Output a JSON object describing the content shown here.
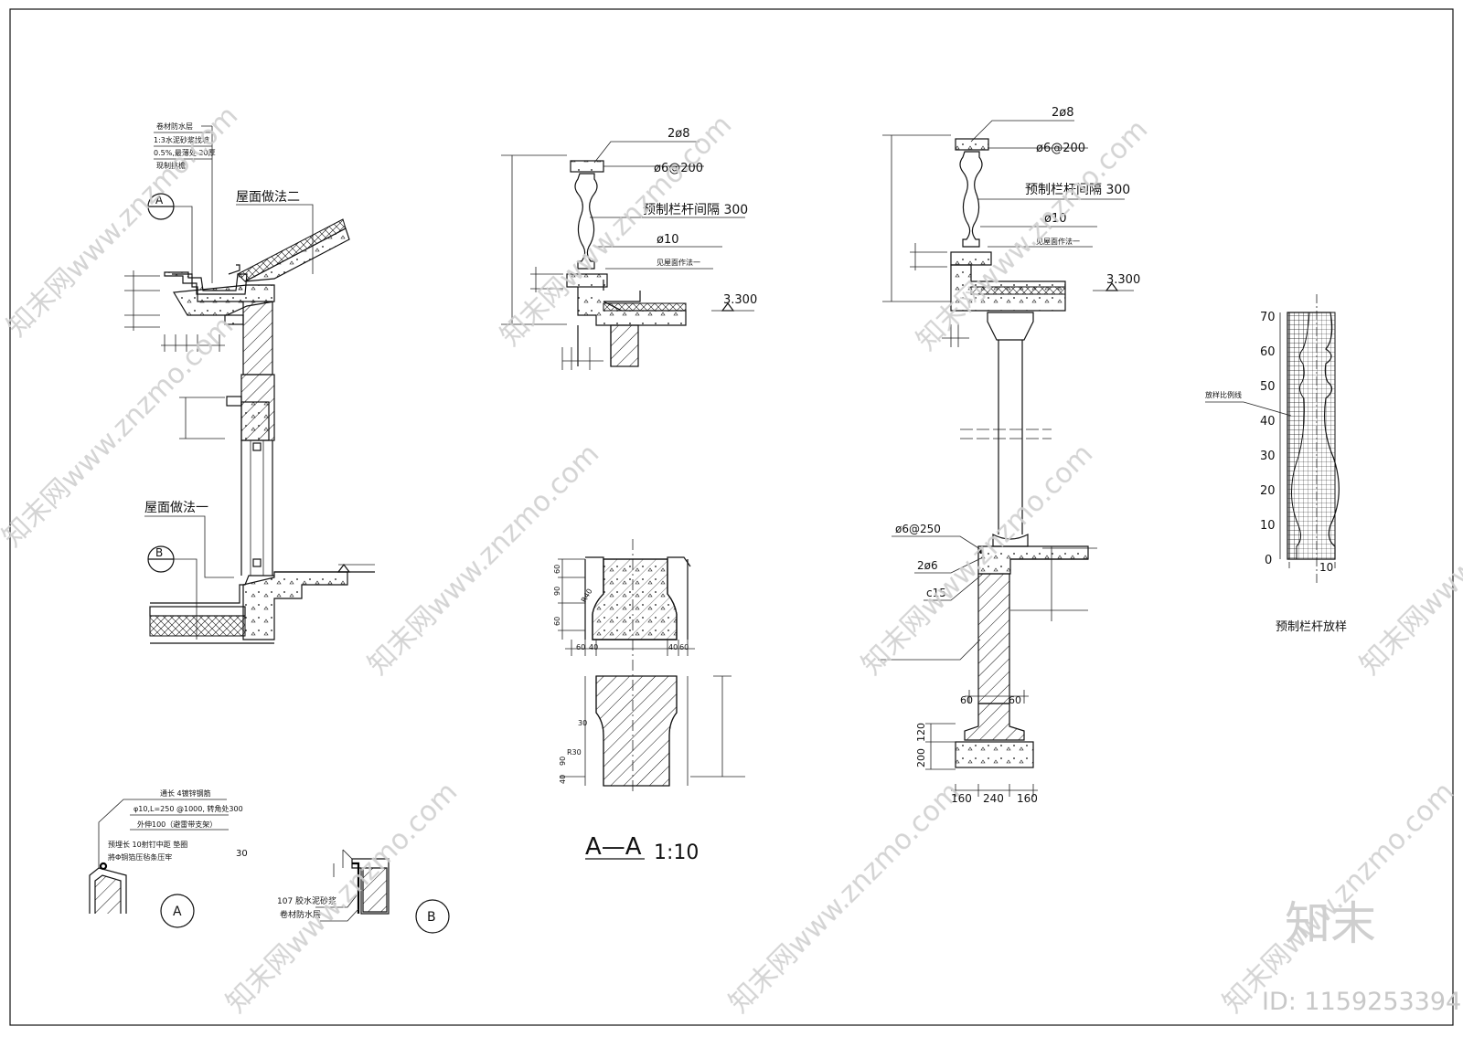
{
  "left": {
    "note1": "卷材防水层",
    "note2": "1:3水泥砂浆找坡",
    "note3": "0.5%,最薄处 20厚",
    "note4": "现制挑檐",
    "roof2": "屋面做法二",
    "roof1": "屋面做法一",
    "markA": "A",
    "markB": "B"
  },
  "detailA": {
    "l1": "通长 4镀锌钢筋",
    "l2": "φ10,L=250 @1000, 转角处300",
    "l3": "外伸100（避雷带支架）",
    "l4": "预埋长 10射钉中距  垫圈",
    "l5": "將Φ铜箔压毡条压牢",
    "dim": "30",
    "mark": "A"
  },
  "detailB": {
    "l1": "107 胶水泥砂浆",
    "l2": "卷材防水层",
    "mark": "B"
  },
  "rail1": {
    "rebar_top": "2ø8",
    "stirrup": "ø6@200",
    "baluster": "预制栏杆间隔 300",
    "dowel": "ø10",
    "roof_ref": "见屋面作法一",
    "level": "3.300"
  },
  "section": {
    "title": "A—A",
    "scale": "1:10",
    "d_top1": "60",
    "d_top2": "90",
    "d_top3": "60",
    "r_top": "R40",
    "w1": "60",
    "w2": "40",
    "w3": "40",
    "w4": "60",
    "d_bot1": "30",
    "d_bot2": "90",
    "d_bot3": "40",
    "r_bot": "R30"
  },
  "rail2": {
    "rebar_top": "2ø8",
    "stirrup": "ø6@200",
    "baluster": "预制栏杆间隔 300",
    "dowel": "ø10",
    "roof_ref": "见屋面作法一",
    "level": "3.300",
    "beam_stirrup": "ø6@250",
    "beam_rebar": "2ø6",
    "cover": "c15",
    "f1": "60",
    "f2": "60",
    "h1": "200",
    "h2": "120",
    "b1": "160",
    "b2": "240",
    "b3": "160"
  },
  "template": {
    "ticks": [
      "70",
      "60",
      "50",
      "40",
      "30",
      "20",
      "10",
      "0"
    ],
    "note": "放样比例线",
    "bottom": "10",
    "caption": "预制栏杆放样"
  },
  "watermark": {
    "site": "知末网www.znzmo.com",
    "brand": "知末",
    "id": "ID: 1159253394"
  }
}
